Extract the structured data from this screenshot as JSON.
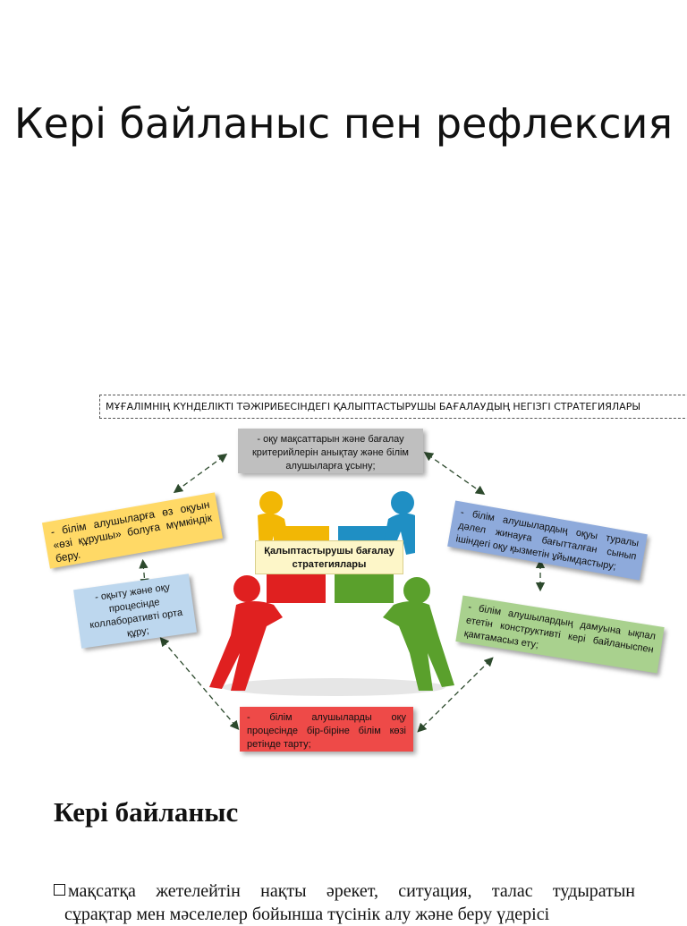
{
  "slide": {
    "title": "Кері байланыс пен рефлексия"
  },
  "diagram": {
    "title": "МҰҒАЛІМНІҢ КҮНДЕЛІКТІ ТӘЖІРИБЕСІНДЕГІ ҚАЛЫПТАСТЫРУШЫ БАҒАЛАУДЫҢ НЕГІЗГІ СТРАТЕГИЯЛАРЫ",
    "center_label": "Қалыптастырушы бағалау стратегиялары",
    "boxes": [
      {
        "id": "top",
        "text": "- оқу мақсаттарын және бағалау критерийлерін анықтау және білім алушыларға ұсыну;",
        "color": "#bfbfbf"
      },
      {
        "id": "right-top",
        "text": "- білім алушылардың оқуы туралы дәлел жинауға бағытталған сынып ішіндегі оқу қызметін ұйымдастыру;",
        "color": "#8eaadb"
      },
      {
        "id": "right-bottom",
        "text": "- білім алушылардың дамуына ықпал ететін конструктивті кері байланыспен қамтамасыз ету;",
        "color": "#a9d18e"
      },
      {
        "id": "bottom",
        "text": "- білім алушыларды оқу процесінде бір-біріне білім көзі ретінде тарту;",
        "color": "#ee4a48"
      },
      {
        "id": "left-bottom",
        "text": "- оқыту және оқу процесінде коллаборативті орта құру;",
        "color": "#bdd7ee"
      },
      {
        "id": "left-top",
        "text": "- білім алушыларға өз оқуын «өзі құрушы» болуға мүмкіндік беру.",
        "color": "#ffd966"
      }
    ],
    "figure_colors": {
      "yellow": "#f2b705",
      "blue": "#1f8fc4",
      "red": "#e02020",
      "green": "#5aa02c"
    }
  },
  "section": {
    "heading": "Кері байланыс",
    "paragraph_line1": "мақсатқа жетелейтін нақты әрекет, ситуация, талас тудыратын",
    "paragraph_line2": "сұрақтар мен мәселелер бойынша түсінік алу және беру үдерісі"
  }
}
